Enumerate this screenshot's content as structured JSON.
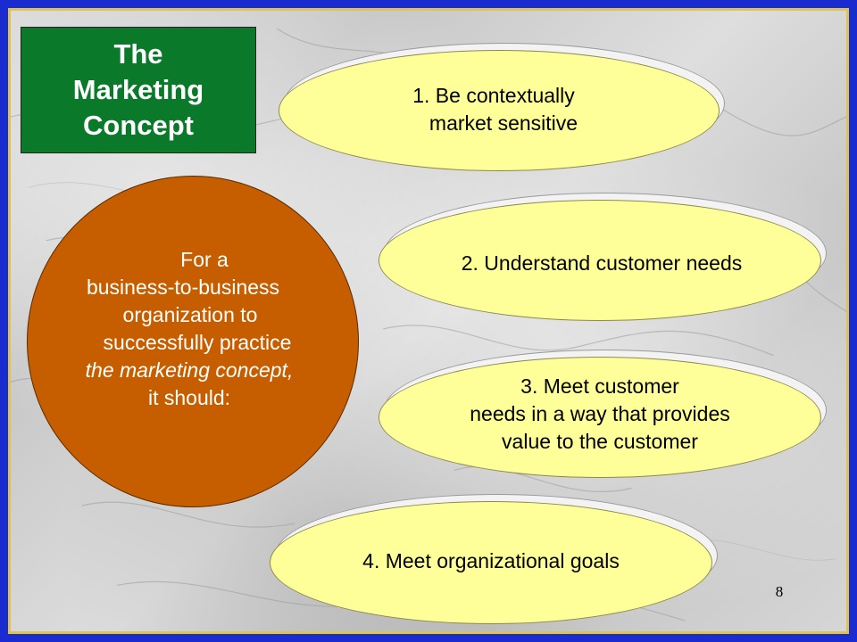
{
  "title": {
    "lines": [
      "The",
      "Marketing",
      "Concept"
    ]
  },
  "intro": {
    "line1": "For a",
    "line2": "business-to-business",
    "line3": "organization  to",
    "line4": "successfully practice",
    "line5": "the marketing concept,",
    "line6": "it should:"
  },
  "points": [
    {
      "lines": [
        "1.  Be contextually",
        "market sensitive"
      ]
    },
    {
      "lines": [
        "2. Understand customer needs"
      ]
    },
    {
      "lines": [
        "3. Meet customer",
        "needs in a way that provides",
        "value to the customer"
      ]
    },
    {
      "lines": [
        "4. Meet organizational  goals"
      ]
    }
  ],
  "page_number": "8",
  "colors": {
    "outer_border": "#1a2bd0",
    "gold_rule": "#e0c34a",
    "title_box": "#0a7a2a",
    "circle": "#c65e00",
    "ellipse_fill": "#ffff99"
  }
}
